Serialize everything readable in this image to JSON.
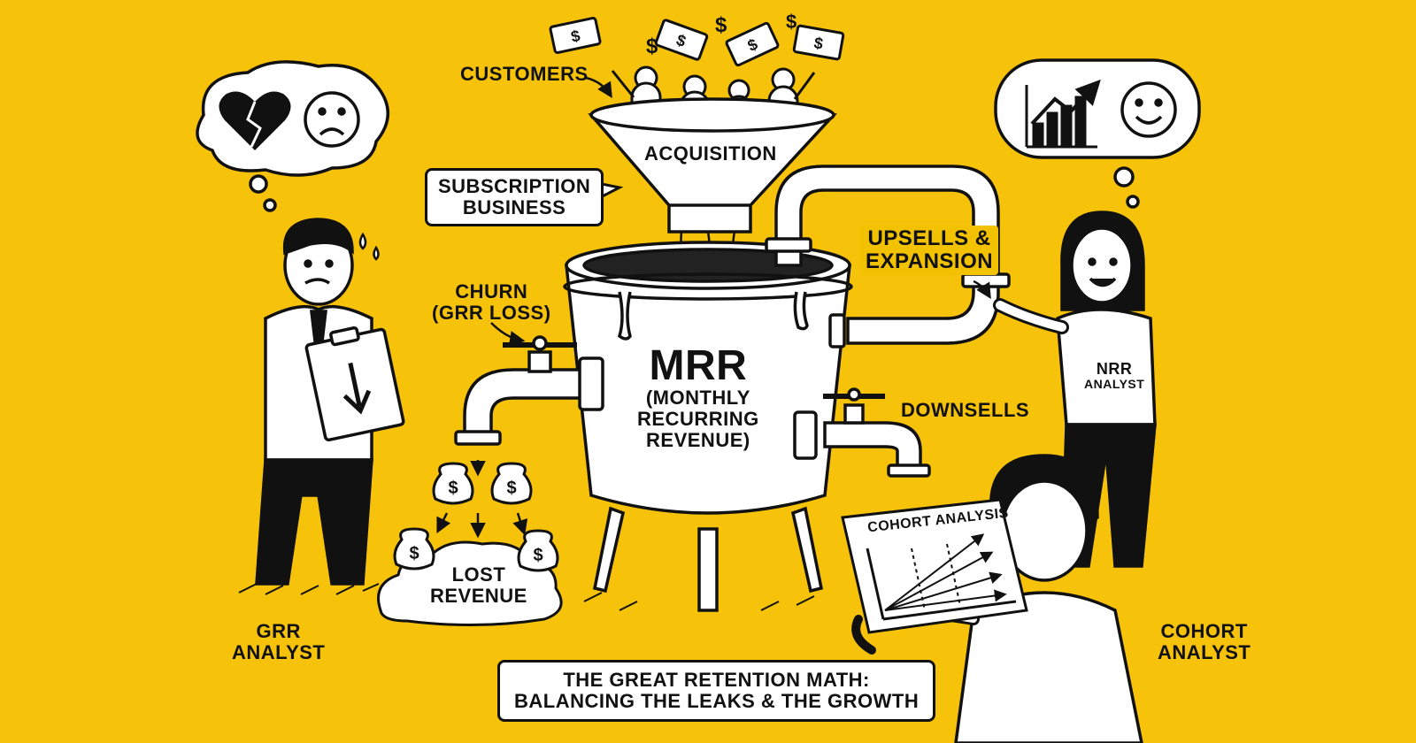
{
  "labels": {
    "customers": "CUSTOMERS",
    "acquisition": "ACQUISITION",
    "subscription_1": "SUBSCRIPTION",
    "subscription_2": "BUSINESS",
    "upsells_1": "UPSELLS &",
    "upsells_2": "EXPANSION",
    "churn_1": "CHURN",
    "churn_2": "(GRR LOSS)",
    "mrr_1": "MRR",
    "mrr_2": "(MONTHLY",
    "mrr_3": "RECURRING",
    "mrr_4": "REVENUE)",
    "downsells": "DOWNSELLS",
    "lost_1": "LOST",
    "lost_2": "REVENUE",
    "nrr_1": "NRR",
    "nrr_2": "ANALYST",
    "cohort_chart": "COHORT ANALYSIS",
    "grr_analyst_1": "GRR",
    "grr_analyst_2": "ANALYST",
    "cohort_analyst_1": "COHORT",
    "cohort_analyst_2": "ANALYST",
    "footer_1": "THE GREAT RETENTION MATH:",
    "footer_2": "BALANCING THE LEAKS & THE GROWTH"
  },
  "colors": {
    "background": "#F7C20A",
    "ink": "#111111",
    "paper": "#FFFFFF"
  },
  "icons": [
    "broken-heart-icon",
    "sad-face-icon",
    "growth-chart-icon",
    "smile-face-icon",
    "dollar-icon",
    "money-bag-icon",
    "down-arrow-icon"
  ]
}
